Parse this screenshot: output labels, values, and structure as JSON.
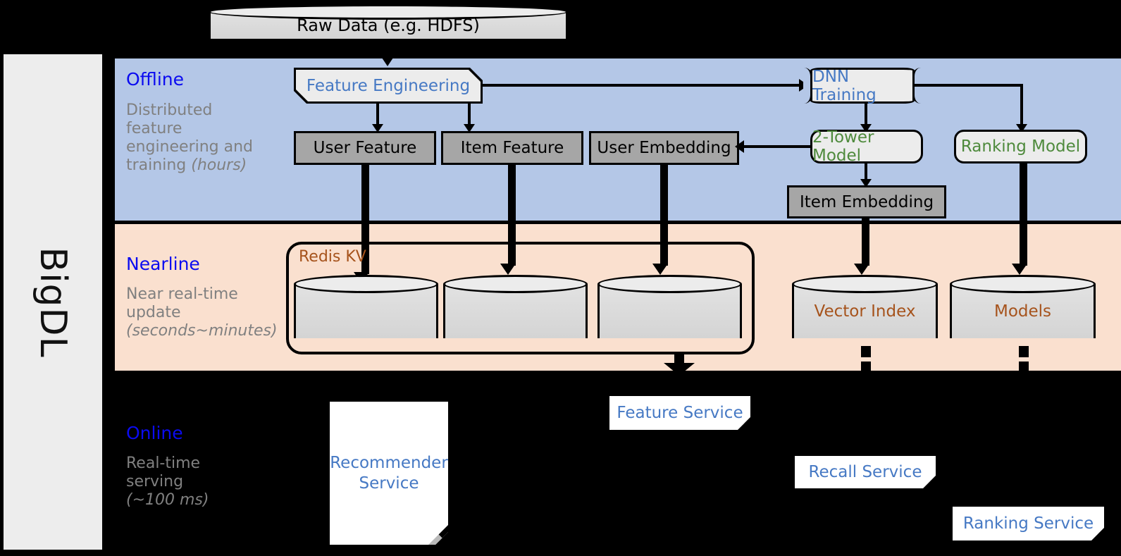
{
  "sidebar": {
    "label": "BigDL"
  },
  "bands": [
    {
      "id": "offline",
      "title": "Offline",
      "subtitle": "Distributed feature engineering and ",
      "subtitle_em": "(hours)"
    },
    {
      "id": "nearline",
      "title": "Nearline",
      "subtitle": "Near real-time update ",
      "subtitle_em": "(seconds~minutes)"
    },
    {
      "id": "online",
      "title": "Online",
      "subtitle": "Real-time serving ",
      "subtitle_em": "(~100 ms)"
    }
  ],
  "offline_sub_line1": "Distributed",
  "offline_sub_line2": "feature",
  "offline_sub_line3": "engineering and",
  "offline_sub_line4": "training",
  "offline_sub_em": "(hours)",
  "nearline_sub_line1": "Near real-time",
  "nearline_sub_line2": "update",
  "nearline_sub_em": "(seconds~minutes)",
  "online_sub_line1": "Real-time",
  "online_sub_line2": "serving",
  "online_sub_em": "(~100 ms)",
  "nodes": {
    "raw_data": "Raw Data (e.g. HDFS)",
    "feature_engineering": "Feature Engineering",
    "dnn_training": "DNN Training",
    "user_feature": "User Feature",
    "item_feature": "Item Feature",
    "user_embedding": "User Embedding",
    "two_tower_model": "2-Tower Model",
    "ranking_model": "Ranking Model",
    "item_embedding": "Item Embedding",
    "redis_kv": "Redis KV",
    "vector_index": "Vector Index",
    "models": "Models",
    "feature_service": "Feature Service",
    "recommender_service_l1": "Recommender",
    "recommender_service_l2": "Service",
    "recall_service": "Recall Service",
    "ranking_service": "Ranking Service"
  },
  "colors": {
    "offline_band": "#b4c7e7",
    "nearline_band": "#fae0cf",
    "online_band": "#000000",
    "band_title": "#0b0bf0",
    "band_subtitle": "#808080",
    "accent_blue_text": "#4679c4",
    "accent_green_text": "#4e8a3c",
    "accent_brown_text": "#a6531c",
    "gray_box": "#a6a6a6",
    "soft_box": "#ececec",
    "sidebar": "#ededed"
  }
}
